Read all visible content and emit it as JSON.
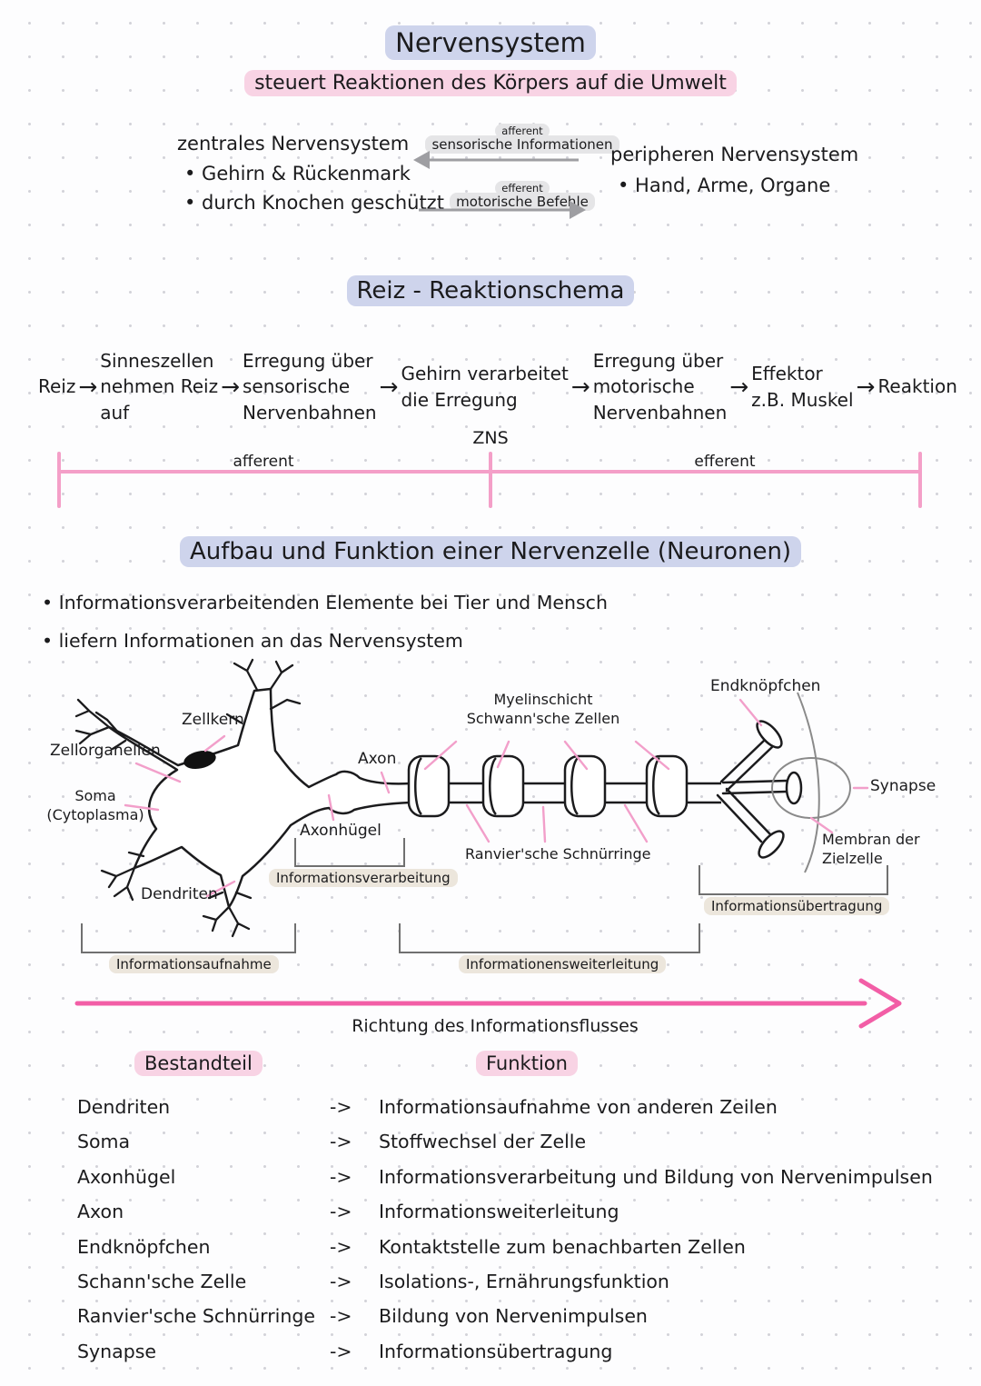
{
  "colors": {
    "highlight_lavender": "#ced4ec",
    "highlight_pink": "#f8d3e4",
    "highlight_gray": "#e5e5e7",
    "highlight_beige": "#ece6dc",
    "accent_pink_line": "#f49fc8",
    "accent_pink_arrow": "#f25ea6",
    "pointer_pink": "#f29fca",
    "arrow_gray": "#9e9ea2",
    "ink": "#1b1b1d"
  },
  "header": {
    "title": "Nervensystem",
    "subtitle": "steuert Reaktionen des Körpers auf die Umwelt"
  },
  "overview": {
    "central": {
      "title": "zentrales Nervensystem",
      "bullet_1": "• Gehirn & Rückenmark",
      "bullet_2": "• durch Knochen geschützt"
    },
    "afferent_arrow": {
      "small_label": "afferent",
      "label": "sensorische Informationen"
    },
    "efferent_arrow": {
      "small_label": "efferent",
      "label": "motorische Befehle"
    },
    "peripheral": {
      "title": "peripheren Nervensystem",
      "bullet_1": "• Hand, Arme, Organe"
    }
  },
  "schema": {
    "heading": "Reiz - Reaktionschema",
    "arrow": "→",
    "steps": [
      "Reiz",
      "Sinneszellen\nnehmen Reiz\nauf",
      "Erregung über\nsensorische\nNervenbahnen",
      "Gehirn verarbeitet\ndie Erregung",
      "Erregung über\nmotorische\nNervenbahnen",
      "Effektor\nz.B. Muskel",
      "Reaktion"
    ],
    "zns": "ZNS",
    "afferent": "afferent",
    "efferent": "efferent"
  },
  "neuron": {
    "heading": "Aufbau und Funktion einer Nervenzelle (Neuronen)",
    "bullet_1": "• Informationsverarbeitenden Elemente bei Tier und Mensch",
    "bullet_2": "• liefern Informationen an das Nervensystem",
    "labels": {
      "zellkern": "Zellkern",
      "zellorganellen": "Zellorganellen",
      "soma": "Soma\n(Cytoplasma)",
      "dendriten": "Dendriten",
      "axon": "Axon",
      "axonhuegel": "Axonhügel",
      "myelin": "Myelinschicht\nSchwann'sche Zellen",
      "ranvier": "Ranvier'sche Schnürringe",
      "endknoepfchen": "Endknöpfchen",
      "synapse": "Synapse",
      "membran": "Membran der Zielzelle"
    },
    "brackets": {
      "verarbeitung": "Informationsverarbeitung",
      "aufnahme": "Informationsaufnahme",
      "weiterleitung": "Informationensweiterleitung",
      "uebertragung": "Informationsübertragung"
    },
    "direction_label": "Richtung des Informationsflusses"
  },
  "table": {
    "component_header": "Bestandteil",
    "function_header": "Funktion",
    "arrow": "->",
    "rows": [
      {
        "component": "Dendriten",
        "function": "Informationsaufnahme von anderen Zeilen"
      },
      {
        "component": "Soma",
        "function": "Stoffwechsel der Zelle"
      },
      {
        "component": "Axonhügel",
        "function": "Informationsverarbeitung und Bildung von Nervenimpulsen"
      },
      {
        "component": "Axon",
        "function": "Informationsweiterleitung"
      },
      {
        "component": "Endknöpfchen",
        "function": "Kontaktstelle zum benachbarten Zellen"
      },
      {
        "component": "Schann'sche Zelle",
        "function": "Isolations-, Ernährungsfunktion"
      },
      {
        "component": "Ranvier'sche Schnürringe",
        "function": "Bildung von Nervenimpulsen"
      },
      {
        "component": "Synapse",
        "function": "Informationsübertragung"
      }
    ]
  }
}
